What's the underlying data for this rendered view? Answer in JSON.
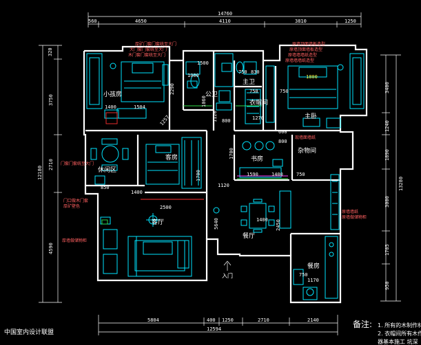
{
  "colors": {
    "background": "#000000",
    "wall": "#ffffff",
    "furniture": "#00e5ff",
    "note": "#ff3030",
    "green": "#2fe04a",
    "yellow": "#ffff44"
  },
  "dims": {
    "top_total": "14760",
    "top_segments": [
      "560",
      "4650",
      "4110",
      "3810",
      "1250"
    ],
    "bottom_total": "12594",
    "bottom_segments": [
      "5804",
      "400",
      "1250",
      "2710",
      "2140"
    ],
    "left_total": "12180",
    "left_segments": [
      "320",
      "3750",
      "2710",
      "4590"
    ],
    "right_total": "13280",
    "right_segments": [
      "3400",
      "1240",
      "1890",
      "3000",
      "1785",
      "950"
    ]
  },
  "rooms": {
    "kid_bedroom": "小孩房",
    "master_bath": "主卫",
    "public_bath": "公卫",
    "walk_in_closet": "衣帽间",
    "master_bedroom": "主卧",
    "leisure_area": "休闲区",
    "guest_room": "客房",
    "study": "书房",
    "storage": "杂物间",
    "living_room": "客厅",
    "dining_room": "餐厅",
    "kitchen": "餐房",
    "entrance": "入门"
  },
  "inner_dims": [
    "1400",
    "1504",
    "2290",
    "1257",
    "1500",
    "1000",
    "1060",
    "750",
    "830",
    "1120",
    "800",
    "750",
    "1270",
    "1800",
    "1700",
    "750",
    "1120",
    "800",
    "1590",
    "1400",
    "1700",
    "850",
    "2500",
    "5640",
    "1400",
    "2450",
    "750",
    "1170",
    "750",
    "600",
    "1400"
  ],
  "notes": [
    "厚矿门套门套统至大门",
    "大门套门套统至大门",
    "木门套门套统至大门",
    "原墙顶面墙板造型",
    "原墙顶面墙板造型",
    "原墙墙墙纸造型",
    "原墙墙墙纸造型",
    "门套门套统至大门",
    "门口做木门套",
    "厚矿壁色",
    "厚墙做储物柜",
    "现墙面墙纸",
    "原墙墙纸",
    "原墙做储物柜"
  ],
  "footer": {
    "site_name": "中国室内设计联盟"
  },
  "remarks": {
    "title": "备注:",
    "line1": "1. 所有的木制作材",
    "line2": "2. 衣帽间所有木作",
    "line3": "器基本施工 坑深"
  }
}
